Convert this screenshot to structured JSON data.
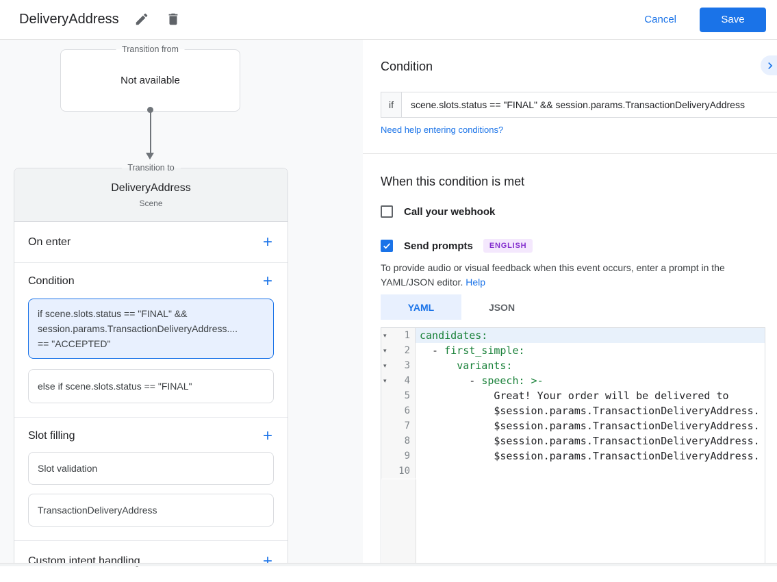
{
  "header": {
    "title": "DeliveryAddress",
    "cancel_label": "Cancel",
    "save_label": "Save"
  },
  "flow": {
    "transition_from": {
      "label": "Transition from",
      "content": "Not available"
    },
    "transition_to": {
      "label": "Transition to",
      "scene_name": "DeliveryAddress",
      "scene_type": "Scene"
    },
    "on_enter_label": "On enter",
    "condition_label": "Condition",
    "conditions": [
      {
        "text": "if scene.slots.status == \"FINAL\" &&\nsession.params.TransactionDeliveryAddress....\n== \"ACCEPTED\""
      },
      {
        "text": "else if scene.slots.status == \"FINAL\""
      }
    ],
    "slot_filling_label": "Slot filling",
    "slots": [
      {
        "label": "Slot validation"
      },
      {
        "label": "TransactionDeliveryAddress"
      }
    ],
    "custom_intent_label": "Custom intent handling"
  },
  "panel": {
    "title": "Condition",
    "if_label": "if",
    "if_value": "scene.slots.status == \"FINAL\" && session.params.TransactionDeliveryAddress",
    "help_conditions_link": "Need help entering conditions?",
    "when_title": "When this condition is met",
    "webhook": {
      "label": "Call your webhook",
      "checked": false
    },
    "prompts": {
      "label": "Send prompts",
      "checked": true,
      "language_badge": "ENGLISH"
    },
    "feedback_text": "To provide audio or visual feedback when this event occurs, enter a prompt in the YAML/JSON editor.",
    "help_link": "Help",
    "tabs": [
      {
        "label": "YAML",
        "active": true
      },
      {
        "label": "JSON",
        "active": false
      }
    ],
    "editor": {
      "lines": [
        {
          "num": "1",
          "pre": "",
          "key": "candidates:",
          "plain": ""
        },
        {
          "num": "2",
          "pre": "  - ",
          "key": "first_simple:",
          "plain": ""
        },
        {
          "num": "3",
          "pre": "      ",
          "key": "variants:",
          "plain": ""
        },
        {
          "num": "4",
          "pre": "        - ",
          "key": "speech: >-",
          "plain": ""
        },
        {
          "num": "5",
          "pre": "",
          "key": "",
          "plain": "            Great! Your order will be delivered to"
        },
        {
          "num": "6",
          "pre": "",
          "key": "",
          "plain": "            $session.params.TransactionDeliveryAddress."
        },
        {
          "num": "7",
          "pre": "",
          "key": "",
          "plain": "            $session.params.TransactionDeliveryAddress."
        },
        {
          "num": "8",
          "pre": "",
          "key": "",
          "plain": "            $session.params.TransactionDeliveryAddress."
        },
        {
          "num": "9",
          "pre": "",
          "key": "",
          "plain": "            $session.params.TransactionDeliveryAddress."
        },
        {
          "num": "10",
          "pre": "",
          "key": "",
          "plain": ""
        }
      ]
    }
  },
  "colors": {
    "accent_blue": "#1a73e8",
    "selected_condition_bg": "#e8f0fe",
    "code_key_green": "#188038",
    "badge_purple_text": "#8430ce",
    "badge_purple_bg": "#f4e8fd"
  }
}
